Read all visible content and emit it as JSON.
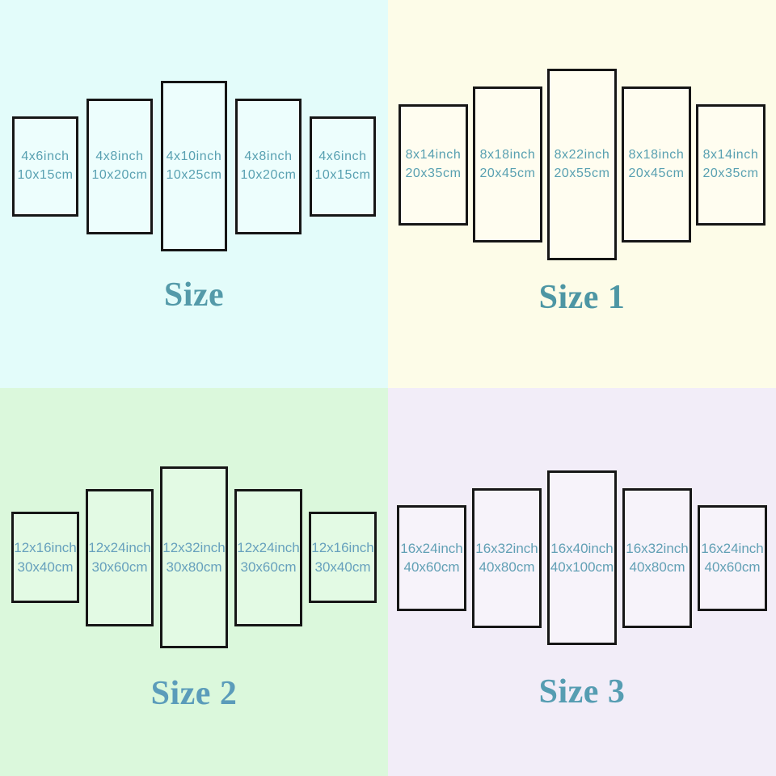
{
  "chart_title_note": "5-panel canvas wall art size chart",
  "quadrants": [
    {
      "title": "Size",
      "bg": "#e3fcfa",
      "panel_bg": "#edfefd",
      "border_color": "#161616",
      "text_color": "#58a0b1",
      "title_color": "#549aa9",
      "panels": [
        {
          "inch": "4x6inch",
          "cm": "10x15cm"
        },
        {
          "inch": "4x8inch",
          "cm": "10x20cm"
        },
        {
          "inch": "4x10inch",
          "cm": "10x25cm"
        },
        {
          "inch": "4x8inch",
          "cm": "10x20cm"
        },
        {
          "inch": "4x6inch",
          "cm": "10x15cm"
        }
      ]
    },
    {
      "title": "Size 1",
      "bg": "#fdfce8",
      "panel_bg": "#fffdf0",
      "border_color": "#161616",
      "text_color": "#58a0b1",
      "title_color": "#4d96a4",
      "panels": [
        {
          "inch": "8x14inch",
          "cm": "20x35cm"
        },
        {
          "inch": "8x18inch",
          "cm": "20x45cm"
        },
        {
          "inch": "8x22inch",
          "cm": "20x55cm"
        },
        {
          "inch": "8x18inch",
          "cm": "20x45cm"
        },
        {
          "inch": "8x14inch",
          "cm": "20x35cm"
        }
      ]
    },
    {
      "title": "Size 2",
      "bg": "#dbf8dc",
      "panel_bg": "#e3fae4",
      "border_color": "#161616",
      "text_color": "#67a1bd",
      "title_color": "#5b9cba",
      "panels": [
        {
          "inch": "12x16inch",
          "cm": "30x40cm"
        },
        {
          "inch": "12x24inch",
          "cm": "30x60cm"
        },
        {
          "inch": "12x32inch",
          "cm": "30x80cm"
        },
        {
          "inch": "12x24inch",
          "cm": "30x60cm"
        },
        {
          "inch": "12x16inch",
          "cm": "30x40cm"
        }
      ]
    },
    {
      "title": "Size 3",
      "bg": "#f2edf8",
      "panel_bg": "#f7f3fa",
      "border_color": "#161616",
      "text_color": "#62a0b5",
      "title_color": "#569db2",
      "panels": [
        {
          "inch": "16x24inch",
          "cm": "40x60cm"
        },
        {
          "inch": "16x32inch",
          "cm": "40x80cm"
        },
        {
          "inch": "16x40inch",
          "cm": "40x100cm"
        },
        {
          "inch": "16x32inch",
          "cm": "40x80cm"
        },
        {
          "inch": "16x24inch",
          "cm": "40x60cm"
        }
      ]
    }
  ]
}
